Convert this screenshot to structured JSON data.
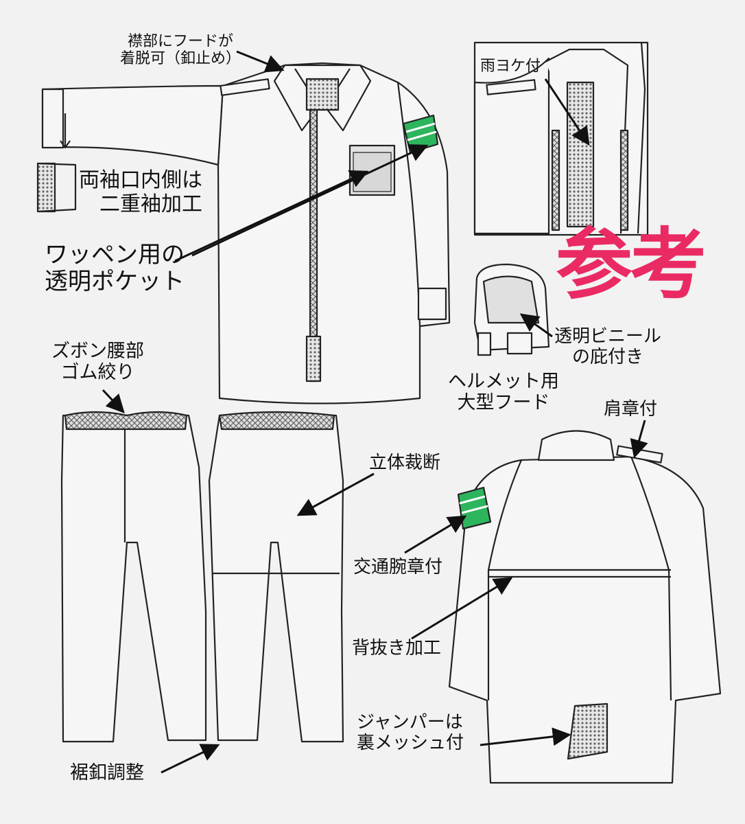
{
  "labels": {
    "collar_hood": [
      "襟部にフードが",
      "着脱可（釦止め）"
    ],
    "rain_guard": "雨ヨケ付",
    "double_cuff": [
      "両袖口内側は",
      "二重袖加工"
    ],
    "patch_pocket": [
      "ワッペン用の",
      "透明ポケット"
    ],
    "visor": [
      "透明ビニール",
      "の庇付き"
    ],
    "helmet_hood": [
      "ヘルメット用",
      "大型フード"
    ],
    "waist_rubber": [
      "ズボン腰部",
      "ゴム絞り"
    ],
    "shoulder_strap": "肩章付",
    "cut_3d": "立体裁断",
    "armband": "交通腕章付",
    "back_vent": "背抜き加工",
    "mesh_lining": [
      "ジャンパーは",
      "裏メッシュ付"
    ],
    "hem_button": "裾釦調整"
  },
  "stamp": {
    "text": "参考",
    "color": "#ea2a63"
  },
  "colors": {
    "line": "#222222",
    "fill": "#f6f6f6",
    "armband_green": "#2db55d",
    "background": "#f2f2f2"
  }
}
